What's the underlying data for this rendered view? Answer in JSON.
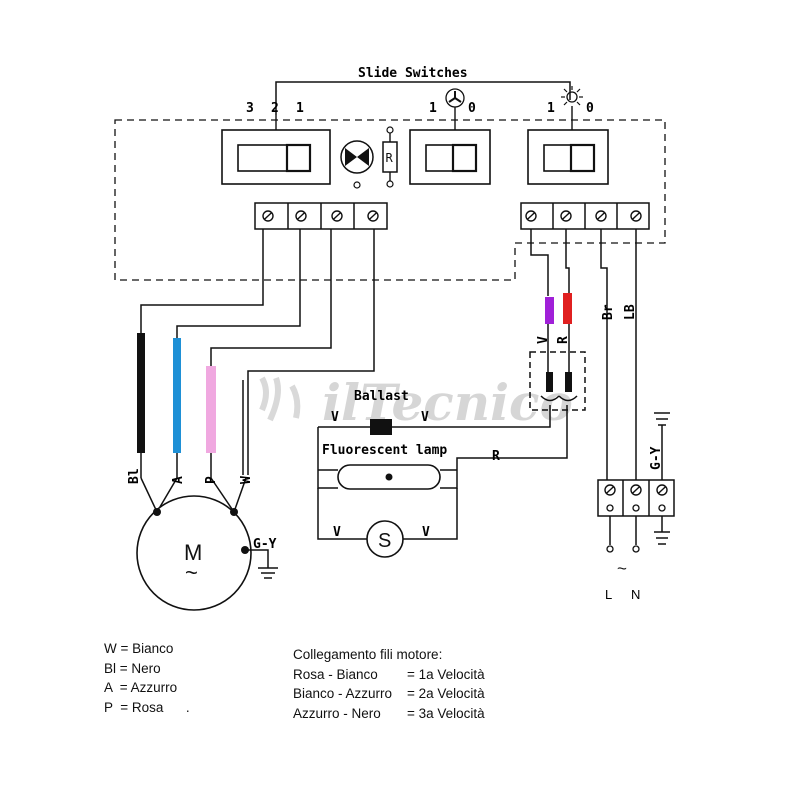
{
  "title": "Slide Switches",
  "switch_positions": {
    "speed": [
      "3",
      "2",
      "1"
    ],
    "fan": [
      "1",
      "0"
    ],
    "light": [
      "1",
      "0"
    ]
  },
  "resistor_label": "R",
  "ballast_label": "Ballast",
  "lamp_label": "Fluorescent lamp",
  "motor_label": "M",
  "motor_tilde": "~",
  "supply_tilde": "~",
  "wire_labels": {
    "black": "Bl",
    "blue": "A",
    "pink": "P",
    "white": "W",
    "violet": "V",
    "red": "R",
    "brown": "Br",
    "light_blue": "LB",
    "ground": "G-Y",
    "ground_motor": "G-Y",
    "ballast_left": "V",
    "ballast_right": "V",
    "lamp_return": "R",
    "starter_left": "V",
    "starter_right": "V"
  },
  "starter_label": "S",
  "supply": [
    "L",
    "N"
  ],
  "watermark": "ilTecnico",
  "legend_left": [
    "W = Bianco",
    "Bl = Nero",
    "A  = Azzurro",
    "P  = Rosa      ."
  ],
  "legend_right": {
    "heading": "Collegamento fili motore:",
    "rows": [
      {
        "pair": "Rosa - Bianco",
        "speed": "= 1a Velocità"
      },
      {
        "pair": "Bianco - Azzurro",
        "speed": "= 2a Velocità"
      },
      {
        "pair": "Azzurro - Nero",
        "speed": "= 3a Velocità"
      }
    ]
  },
  "colors": {
    "black_wire": "#111111",
    "blue_wire": "#1e90d6",
    "pink_wire": "#f0a8e0",
    "violet_wire": "#a020d8",
    "red_wire": "#e02020",
    "line": "#111111"
  }
}
